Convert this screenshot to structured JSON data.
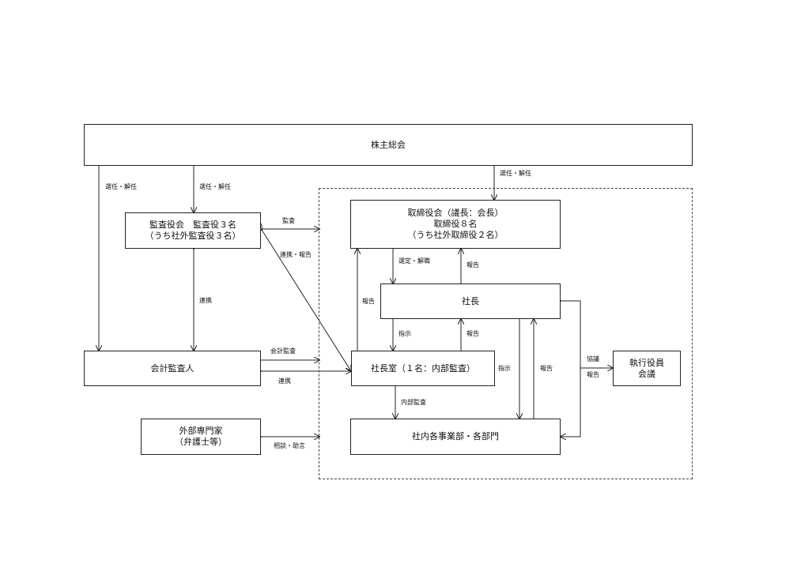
{
  "nodes": {
    "shareholders": {
      "lines": [
        "株主総会"
      ]
    },
    "board": {
      "lines": [
        "取締役会（議長：会長）",
        "取締役８名",
        "（うち社外取締役２名）"
      ]
    },
    "auditors": {
      "lines": [
        "監査役会　監査役３名",
        "（うち社外監査役３名）"
      ]
    },
    "president": {
      "lines": [
        "社長"
      ]
    },
    "accounting_auditor": {
      "lines": [
        "会計監査人"
      ]
    },
    "presidents_office": {
      "lines": [
        "社長室（１名：内部監査）"
      ]
    },
    "exec_meeting": {
      "lines": [
        "執行役員",
        "会議"
      ]
    },
    "external_experts": {
      "lines": [
        "外部専門家",
        "（弁護士等）"
      ]
    },
    "divisions": {
      "lines": [
        "社内各事業部・各部門"
      ]
    }
  },
  "labels": {
    "elect_dismiss_left": "選任・解任",
    "elect_dismiss_mid": "選任・解任",
    "elect_dismiss_right": "選任・解任",
    "audit": "監査",
    "cooperate_report": "連携・報告",
    "select_dismiss": "選定・解職",
    "report_board": "報告",
    "report_office_board": "報告",
    "cooperation": "連携",
    "instruct_office": "指示",
    "report_office_president": "報告",
    "accounting_audit": "会計監査",
    "cooperation_accounting": "連携",
    "instruct_divisions": "指示",
    "report_divisions": "報告",
    "consult": "協議",
    "report_exec": "報告",
    "internal_audit": "内部監査",
    "consult_advice": "相談・助言"
  }
}
